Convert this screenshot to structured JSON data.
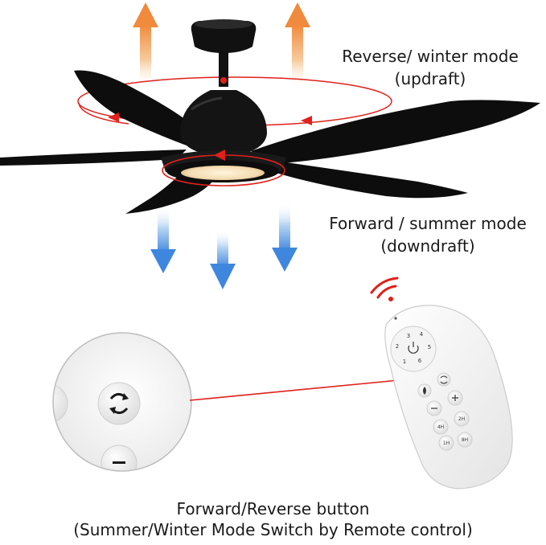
{
  "reverse_mode": {
    "line1": "Reverse/ winter mode",
    "line2": "(updraft)"
  },
  "forward_mode": {
    "line1": "Forward / summer mode",
    "line2": "(downdraft)"
  },
  "remote": {
    "speed_buttons": [
      "1",
      "2",
      "3",
      "4",
      "5",
      "6"
    ],
    "timer_buttons": [
      "1H",
      "2H",
      "4H",
      "8H"
    ]
  },
  "caption": {
    "line1": "Forward/Reverse button",
    "line2": "(Summer/Winter Mode Switch by Remote control)"
  },
  "colors": {
    "indicator_red": "#e0201a",
    "updraft_orange": "#f3a35a",
    "downdraft_blue": "#4a8fe0",
    "fan_black": "#111111"
  }
}
